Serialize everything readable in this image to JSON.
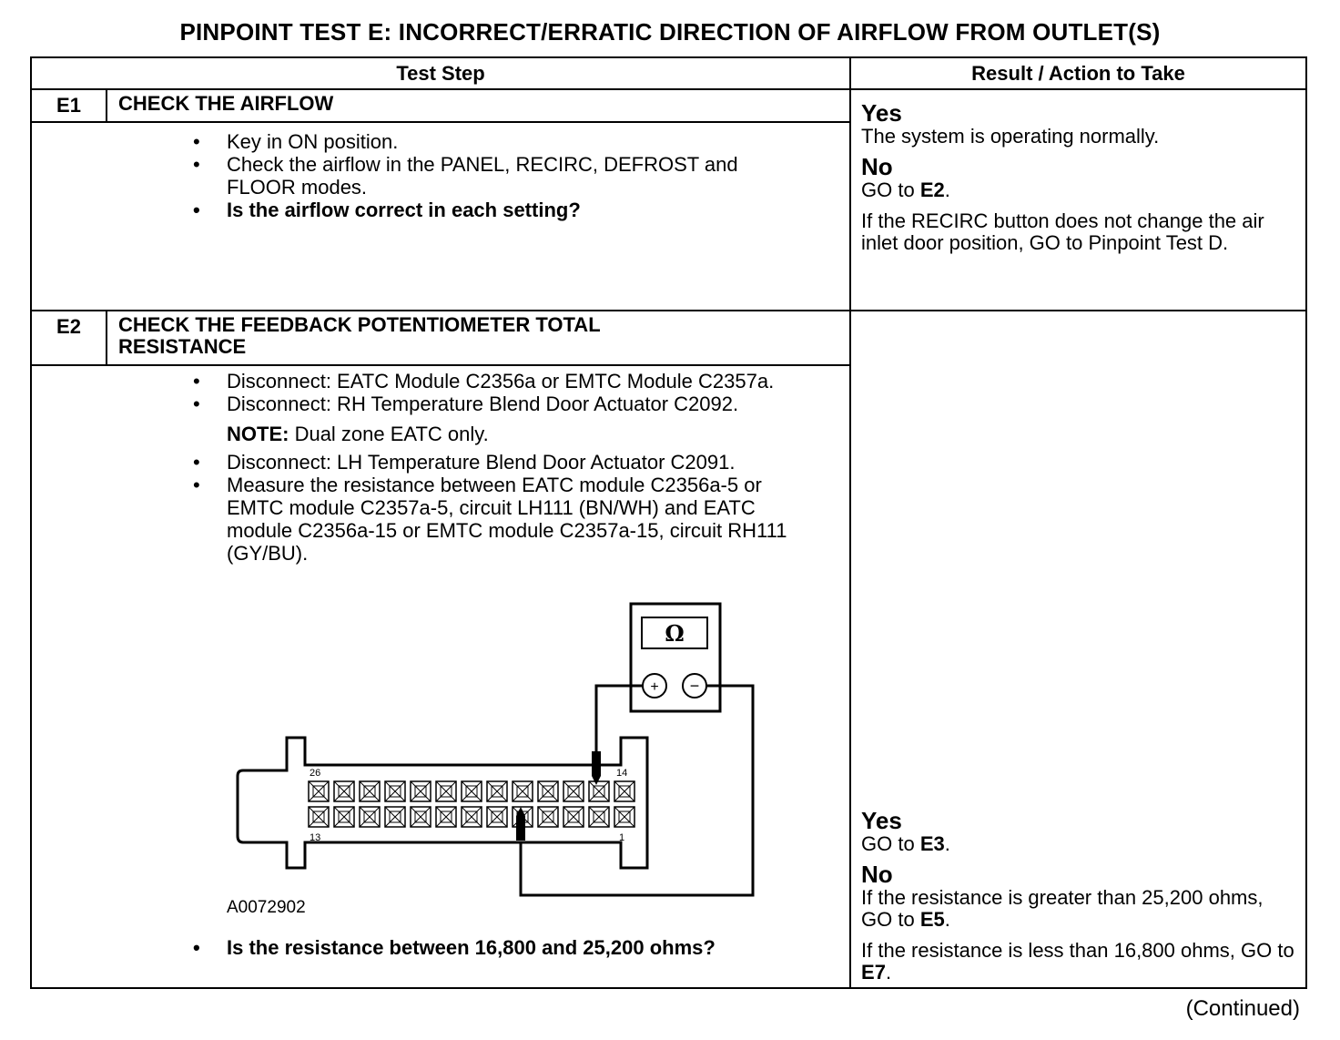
{
  "title": "PINPOINT TEST  E: INCORRECT/ERRATIC DIRECTION OF AIRFLOW FROM OUTLET(S)",
  "headers": {
    "step": "Test Step",
    "result": "Result / Action to Take"
  },
  "e1": {
    "id": "E1",
    "title": "CHECK THE AIRFLOW",
    "bullets": [
      "Key in ON position.",
      "Check the airflow in the PANEL, RECIRC, DEFROST and FLOOR modes."
    ],
    "question": "Is the airflow correct in each setting?",
    "yes": "Yes",
    "yes_text": "The system is operating normally.",
    "no": "No",
    "no_go": "GO to ",
    "no_target": "E2",
    "no_extra": "If the RECIRC button does not change the air inlet door position, GO to Pinpoint Test D."
  },
  "e2": {
    "id": "E2",
    "title": "CHECK THE FEEDBACK POTENTIOMETER TOTAL RESISTANCE",
    "bullets_a": [
      "Disconnect: EATC Module C2356a or EMTC Module C2357a.",
      "Disconnect: RH Temperature Blend Door Actuator C2092."
    ],
    "note_label": "NOTE:",
    "note_text": " Dual zone EATC only.",
    "bullets_b": [
      "Disconnect: LH Temperature Blend Door Actuator C2091.",
      "Measure the resistance between EATC module C2356a-5 or EMTC module C2357a-5, circuit LH111 (BN/WH) and EATC module C2356a-15 or EMTC module  C2357a-15, circuit RH111 (GY/BU)."
    ],
    "figure_id": "A0072902",
    "meter_symbol": "Ω",
    "pin_labels": [
      "26",
      "14",
      "13",
      "1"
    ],
    "question": "Is the resistance between 16,800 and 25,200 ohms?",
    "yes": "Yes",
    "yes_go": "GO to ",
    "yes_target": "E3",
    "no": "No",
    "no_text1": "If the resistance is greater than 25,200 ohms, GO to ",
    "no_target1": "E5",
    "no_text2": "If the resistance is less than 16,800 ohms, GO to ",
    "no_target2": "E7"
  },
  "continued": "(Continued)"
}
